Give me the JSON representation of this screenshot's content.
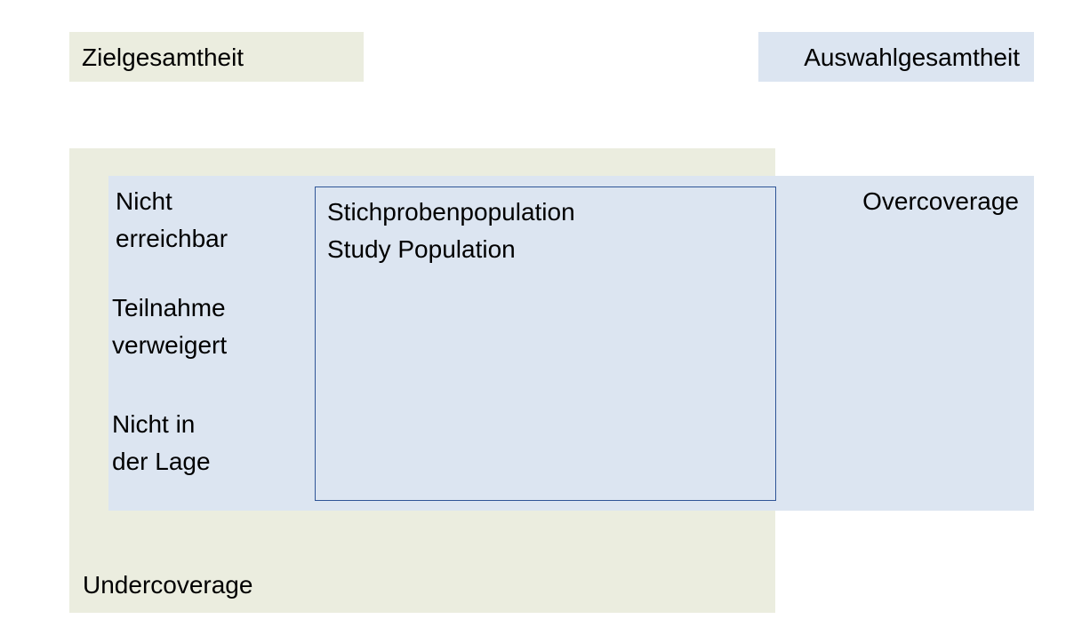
{
  "colors": {
    "target_fill": "#ebeddf",
    "frame_fill": "#dce5f1",
    "study_border": "#2f5597"
  },
  "legend": {
    "target": "Zielgesamtheit",
    "frame": "Auswahlgesamtheit"
  },
  "diagram": {
    "undercoverage": "Undercoverage",
    "overcoverage": "Overcoverage",
    "nonresponse": [
      {
        "line1": "Nicht",
        "line2": "erreichbar"
      },
      {
        "line1": "Teilnahme",
        "line2": "verweigert"
      },
      {
        "line1": "Nicht in",
        "line2": "der Lage"
      }
    ],
    "study": {
      "line1": "Stichprobenpopulation",
      "line2": "Study Population"
    }
  }
}
